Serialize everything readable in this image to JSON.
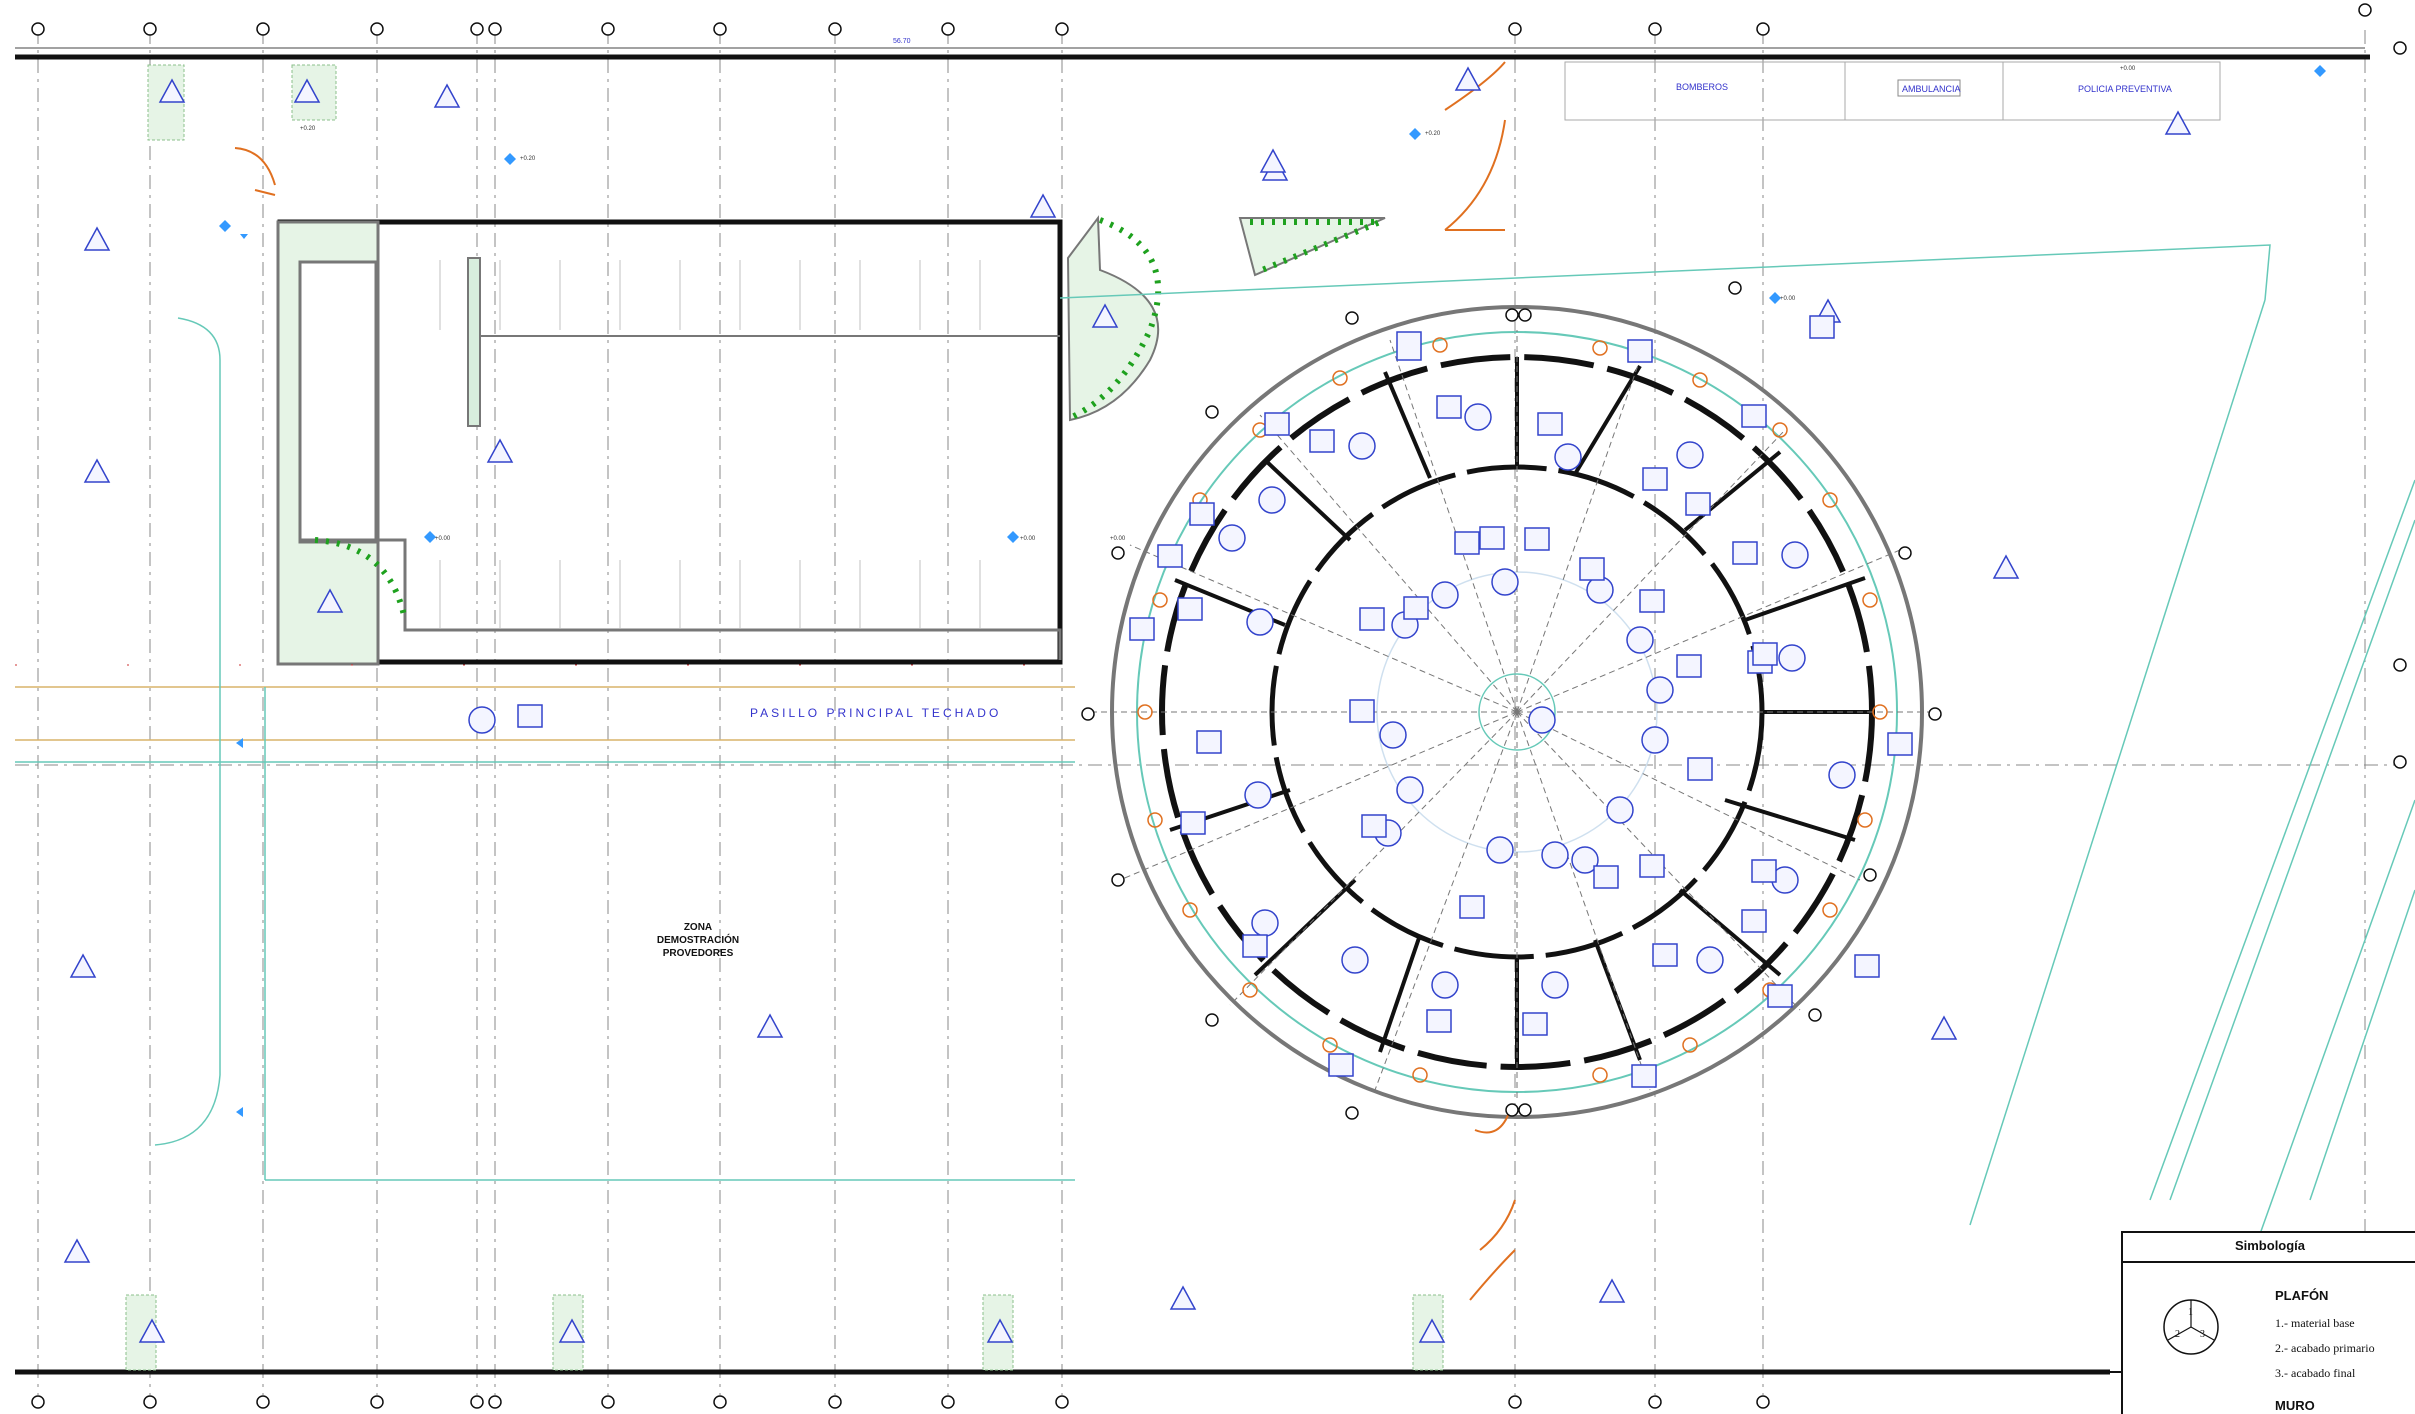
{
  "plan": {
    "dimension_top": "56.70",
    "labels": {
      "bomberos": "BOMBEROS",
      "ambulancia": "AMBULANCIA",
      "policia": "POLICIA PREVENTIVA",
      "pasillo": "PASILLO PRINCIPAL TECHADO",
      "zona_line1": "ZONA",
      "zona_line2": "DEMOSTRACIÓN",
      "zona_line3": "PROVEDORES"
    },
    "level_marks": [
      "+0.20",
      "+0.20",
      "+0.20",
      "+0.00",
      "+0.00",
      "+0.00",
      "+0.00",
      "+0.00"
    ],
    "colors": {
      "wall": "#111111",
      "annotation": "#3344cc",
      "landscape": "#2a8a2a",
      "door": "#e07020",
      "outline": "#66c9b8",
      "grid": "#888888",
      "accent_blue": "#3399ff"
    }
  },
  "legend": {
    "title": "Simbología",
    "section": "PLAFÓN",
    "symbol_numbers": [
      "1",
      "2",
      "3"
    ],
    "items": [
      "1.- material base",
      "2.- acabado primario",
      "3.- acabado final"
    ],
    "next_section": "MURO"
  }
}
